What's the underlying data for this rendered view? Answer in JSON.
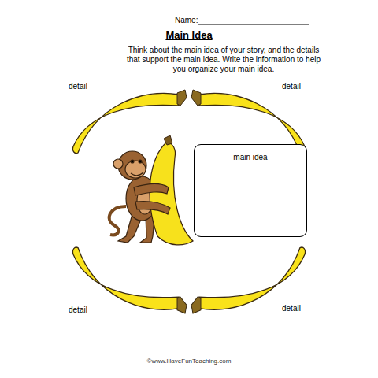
{
  "diagram": {
    "title": "Main Idea",
    "nodes": [
      {
        "text": [
          "detail"
        ]
      },
      {
        "text": [
          "detail"
        ]
      },
      {
        "text": [
          "main idea"
        ]
      },
      {
        "text": [
          "detail"
        ]
      },
      {
        "text": [
          "detail"
        ]
      }
    ],
    "labels": [
      "Name:",
      "Think about the main idea of your story, and the details that support the main idea.  Write the information to help you organize your main idea.",
      "©www.HaveFunTeaching.com"
    ]
  }
}
